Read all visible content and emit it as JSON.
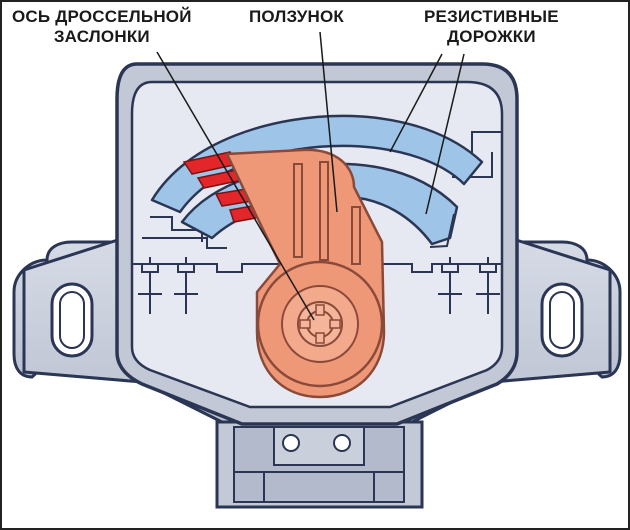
{
  "labels": {
    "throttle_axis": [
      "ОСЬ ДРОССЕЛЬНОЙ",
      "ЗАСЛОНКИ"
    ],
    "slider": "ПОЛЗУНОК",
    "resistive_tracks": [
      "РЕЗИСТИВНЫЕ",
      "ДОРОЖКИ"
    ]
  },
  "colors": {
    "housing_fill": "#c9cfdb",
    "housing_outline": "#2b3655",
    "cavity_fill": "#e6e9f1",
    "track_fill": "#9ec4e8",
    "slider_fill": "#ef9878",
    "slider_outline": "#8a4a3a",
    "contact_fill": "#e3262a"
  }
}
